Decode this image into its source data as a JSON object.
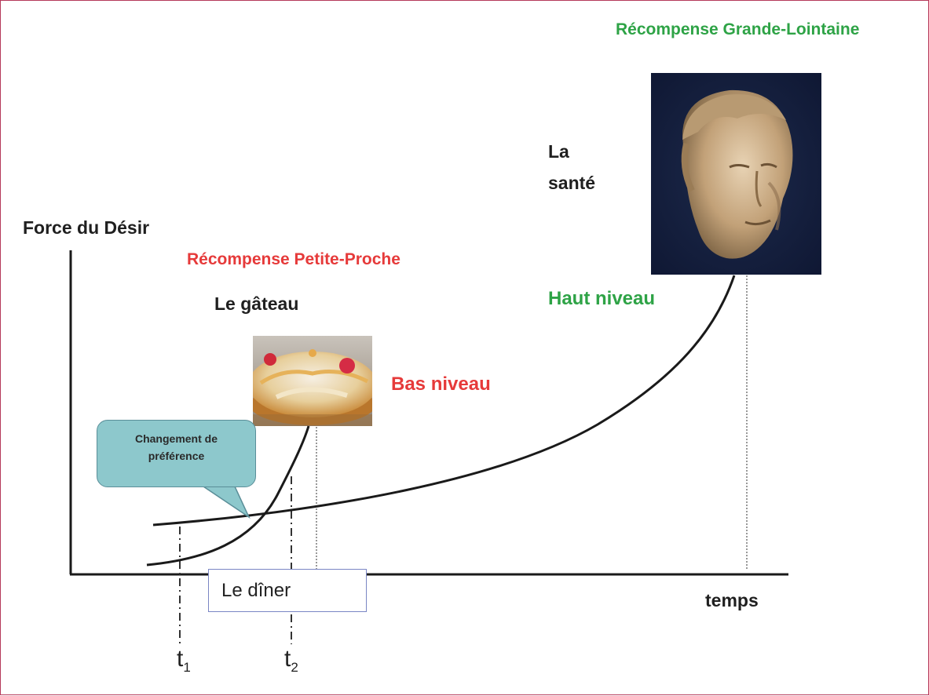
{
  "diagram": {
    "title_grande": "Récompense Grande-Lointaine",
    "title_petite": "Récompense Petite-Proche",
    "axis_y_label": "Force du Désir",
    "axis_x_label": "temps",
    "label_sante": "La santé",
    "label_gateau": "Le gâteau",
    "label_haut_niveau": "Haut niveau",
    "label_bas_niveau": "Bas niveau",
    "callout_text": "Changement de\npréférence",
    "box_diner": "Le dîner",
    "tick_t1": "t",
    "tick_t1_sub": "1",
    "tick_t2": "t",
    "tick_t2_sub": "2",
    "colors": {
      "green": "#2ea346",
      "red": "#e63a3a",
      "callout_fill": "#8dc8cc",
      "frame": "#b5395a"
    },
    "icons": {
      "cake_image": "galette-cake-photo",
      "statue_image": "marble-head-statue-photo"
    }
  }
}
